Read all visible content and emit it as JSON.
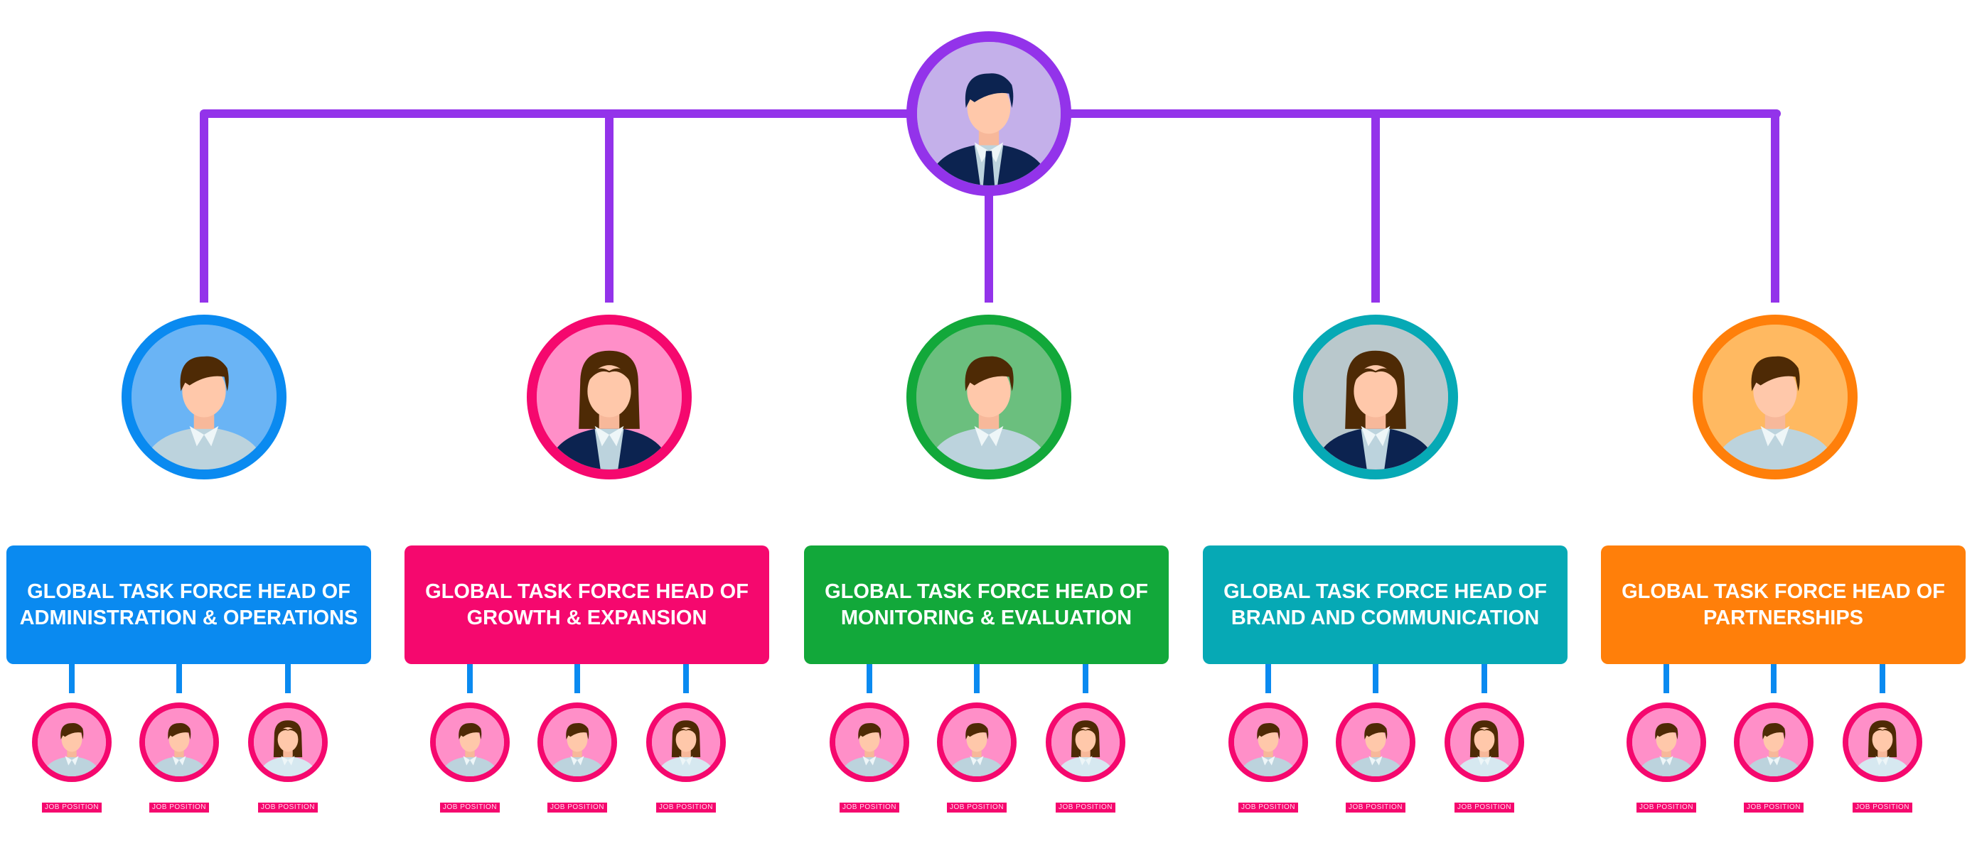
{
  "top": {
    "avatar": "male-suit",
    "ring": "#9333ea",
    "bg": "#c4b0ea"
  },
  "connector_color": "#9333ea",
  "small_connector_color": "#0a8af0",
  "departments": [
    {
      "line1": "GLOBAL TASK FORCE HEAD OF",
      "line2": "ADMINISTRATION & OPERATIONS",
      "color": "#0a8af0",
      "bg": "#6ab4f5",
      "avatar": "male-shirt",
      "members": [
        {
          "avatar": "male",
          "label": "JOB POSITION"
        },
        {
          "avatar": "male",
          "label": "JOB POSITION"
        },
        {
          "avatar": "female",
          "label": "JOB POSITION"
        }
      ]
    },
    {
      "line1": "GLOBAL TASK FORCE HEAD OF",
      "line2": "GROWTH & EXPANSION",
      "color": "#f5086e",
      "bg": "#ff8fc8",
      "avatar": "female-suit",
      "members": [
        {
          "avatar": "male",
          "label": "JOB POSITION"
        },
        {
          "avatar": "male",
          "label": "JOB POSITION"
        },
        {
          "avatar": "female",
          "label": "JOB POSITION"
        }
      ]
    },
    {
      "line1": "GLOBAL TASK FORCE HEAD OF",
      "line2": "MONITORING & EVALUATION",
      "color": "#12a83a",
      "bg": "#6bbf7e",
      "avatar": "male-shirt",
      "members": [
        {
          "avatar": "male",
          "label": "JOB POSITION"
        },
        {
          "avatar": "male",
          "label": "JOB POSITION"
        },
        {
          "avatar": "female",
          "label": "JOB POSITION"
        }
      ]
    },
    {
      "line1": "GLOBAL TASK FORCE HEAD OF",
      "line2": "BRAND AND COMMUNICATION",
      "color": "#06a9b5",
      "bg": "#b9c8cc",
      "avatar": "female-suit",
      "members": [
        {
          "avatar": "male",
          "label": "JOB POSITION"
        },
        {
          "avatar": "male",
          "label": "JOB POSITION"
        },
        {
          "avatar": "female",
          "label": "JOB POSITION"
        }
      ]
    },
    {
      "line1": "GLOBAL TASK FORCE HEAD OF",
      "line2": "PARTNERSHIPS",
      "color": "#ff7f0a",
      "bg": "#ffb961",
      "avatar": "male-shirt",
      "members": [
        {
          "avatar": "male",
          "label": "JOB POSITION"
        },
        {
          "avatar": "male",
          "label": "JOB POSITION"
        },
        {
          "avatar": "female",
          "label": "JOB POSITION"
        }
      ]
    }
  ],
  "member_ring": "#f5086e",
  "member_bg": "#ff8fc8"
}
